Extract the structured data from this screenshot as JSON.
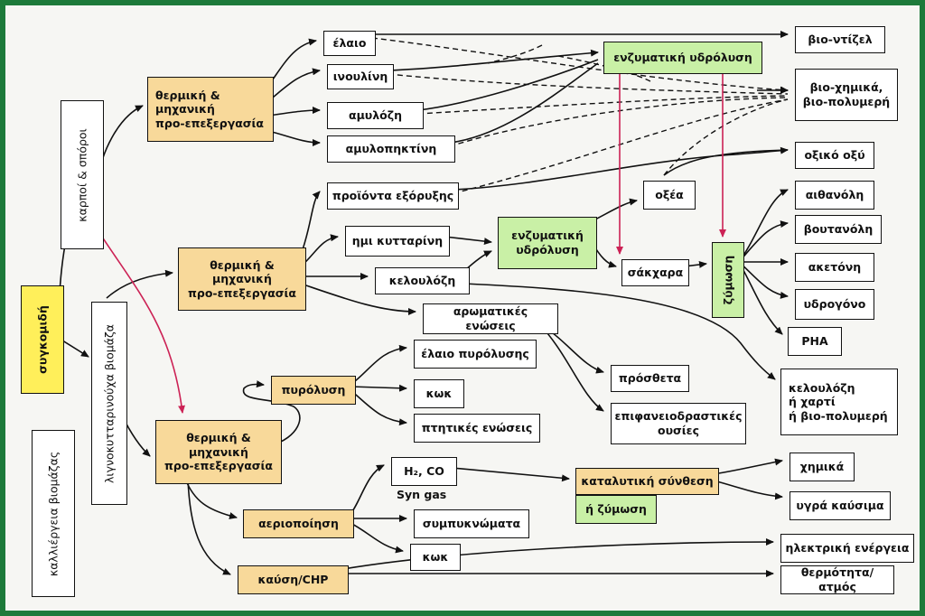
{
  "colors": {
    "frame": "#1d7a3a",
    "process_box": "#f8d99a",
    "enzymatic_box": "#c9f0a6",
    "start_box": "#ffef5a",
    "highlight_arrow": "#cc2255"
  },
  "nodes": {
    "sygkomidi": "συγκομιδή",
    "karpoi_sporoi": "καρποί & σπόροι",
    "lignokytt": "λιγνοκυτταρινούχα βιομάζα",
    "kalliergeia": "καλλιέργεια βιομάζας",
    "therm1": "θερμική &\nμηχανική\nπρο-επεξεργασία",
    "therm2": "θερμική &\nμηχανική\nπρο-επεξεργασία",
    "therm3": "θερμική &\nμηχανική\nπρο-επεξεργασία",
    "elaio": "έλαιο",
    "inoulini": "ινουλίνη",
    "amyloz": "αμυλόζη",
    "amylopekt": "αμυλοπηκτίνη",
    "enz_top": "ενζυματική υδρόλυση",
    "biodiesel": "βιο-ντίζελ",
    "biochem": "βιο-χημικά,\nβιο-πολυμερή",
    "oxiko": "οξικό οξύ",
    "proionta": "προϊόντα εξόρυξης",
    "oxea": "οξέα",
    "ethanol": "αιθανόλη",
    "butanol": "βουτανόλη",
    "acetone": "ακετόνη",
    "hydrogen": "υδρογόνο",
    "pha": "PHA",
    "hemi": "ημι κυτταρίνη",
    "enz_mid": "ενζυματική\nυδρόλυση",
    "sakxara": "σάκχαρα",
    "zymosi_vert": "ζύμωση",
    "cellulose": "κελουλόζη",
    "aromatic": "αρωματικές ενώσεις",
    "prostheta": "πρόσθετα",
    "surfact": "επιφανειοδραστικές\nουσίες",
    "cell_paper": "κελουλόζη\nή χαρτί\nή βιο-πολυμερή",
    "pyrolysis": "πυρόλυση",
    "pyro_oil": "έλαιο πυρόλυσης",
    "kok1": "κωκ",
    "volatile": "πτητικές ενώσεις",
    "h2co": "H₂, CO",
    "syngas": "Syn gas",
    "catalytic": "καταλυτική σύνθεση",
    "zymosi2": "ή ζύμωση",
    "chemicals": "χημικά",
    "liquid_fuels": "υγρά καύσιμα",
    "gasif": "αεριοποίηση",
    "condensates": "συμπυκνώματα",
    "kok2": "κωκ",
    "combustion": "καύση/CHP",
    "electric": "ηλεκτρική ενέργεια",
    "heat": "θερμότητα/ατμός"
  }
}
